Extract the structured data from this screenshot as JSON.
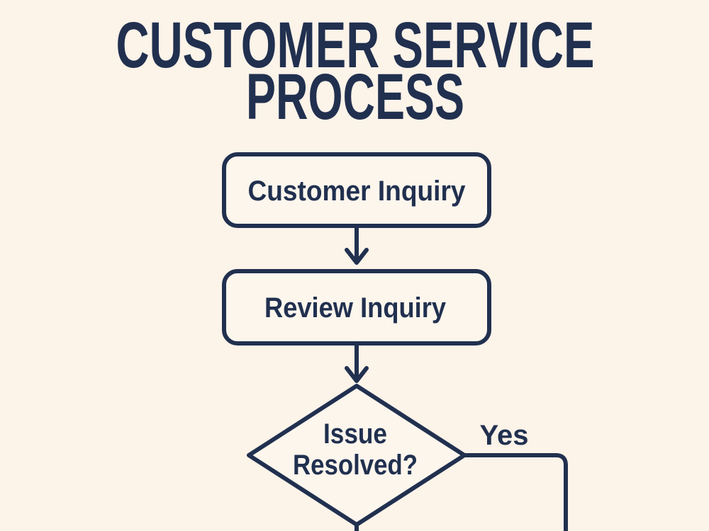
{
  "colors": {
    "background": "#fcf3e9",
    "ink": "#21304f",
    "node_fill": "#fdf6ed"
  },
  "title": {
    "text": "CUSTOMER SERVICE PROCESS",
    "line1": "CUSTOMER SERVICE",
    "line2": "PROCESS"
  },
  "flowchart": {
    "nodes": [
      {
        "id": "customer-inquiry",
        "type": "process",
        "label": "Customer Inquiry"
      },
      {
        "id": "review-inquiry",
        "type": "process",
        "label": "Review Inquiry"
      },
      {
        "id": "issue-resolved",
        "type": "decision",
        "label": "Issue Resolved?",
        "line1": "Issue",
        "line2": "Resolved?"
      }
    ],
    "edges": [
      {
        "from": "customer-inquiry",
        "to": "review-inquiry",
        "label": "",
        "style": "arrow-down"
      },
      {
        "from": "review-inquiry",
        "to": "issue-resolved",
        "label": "",
        "style": "arrow-down"
      },
      {
        "from": "issue-resolved",
        "label": "Yes",
        "style": "right-then-down",
        "continues_offscreen": true
      },
      {
        "from": "issue-resolved",
        "label": "",
        "style": "down",
        "continues_offscreen": true
      }
    ]
  }
}
